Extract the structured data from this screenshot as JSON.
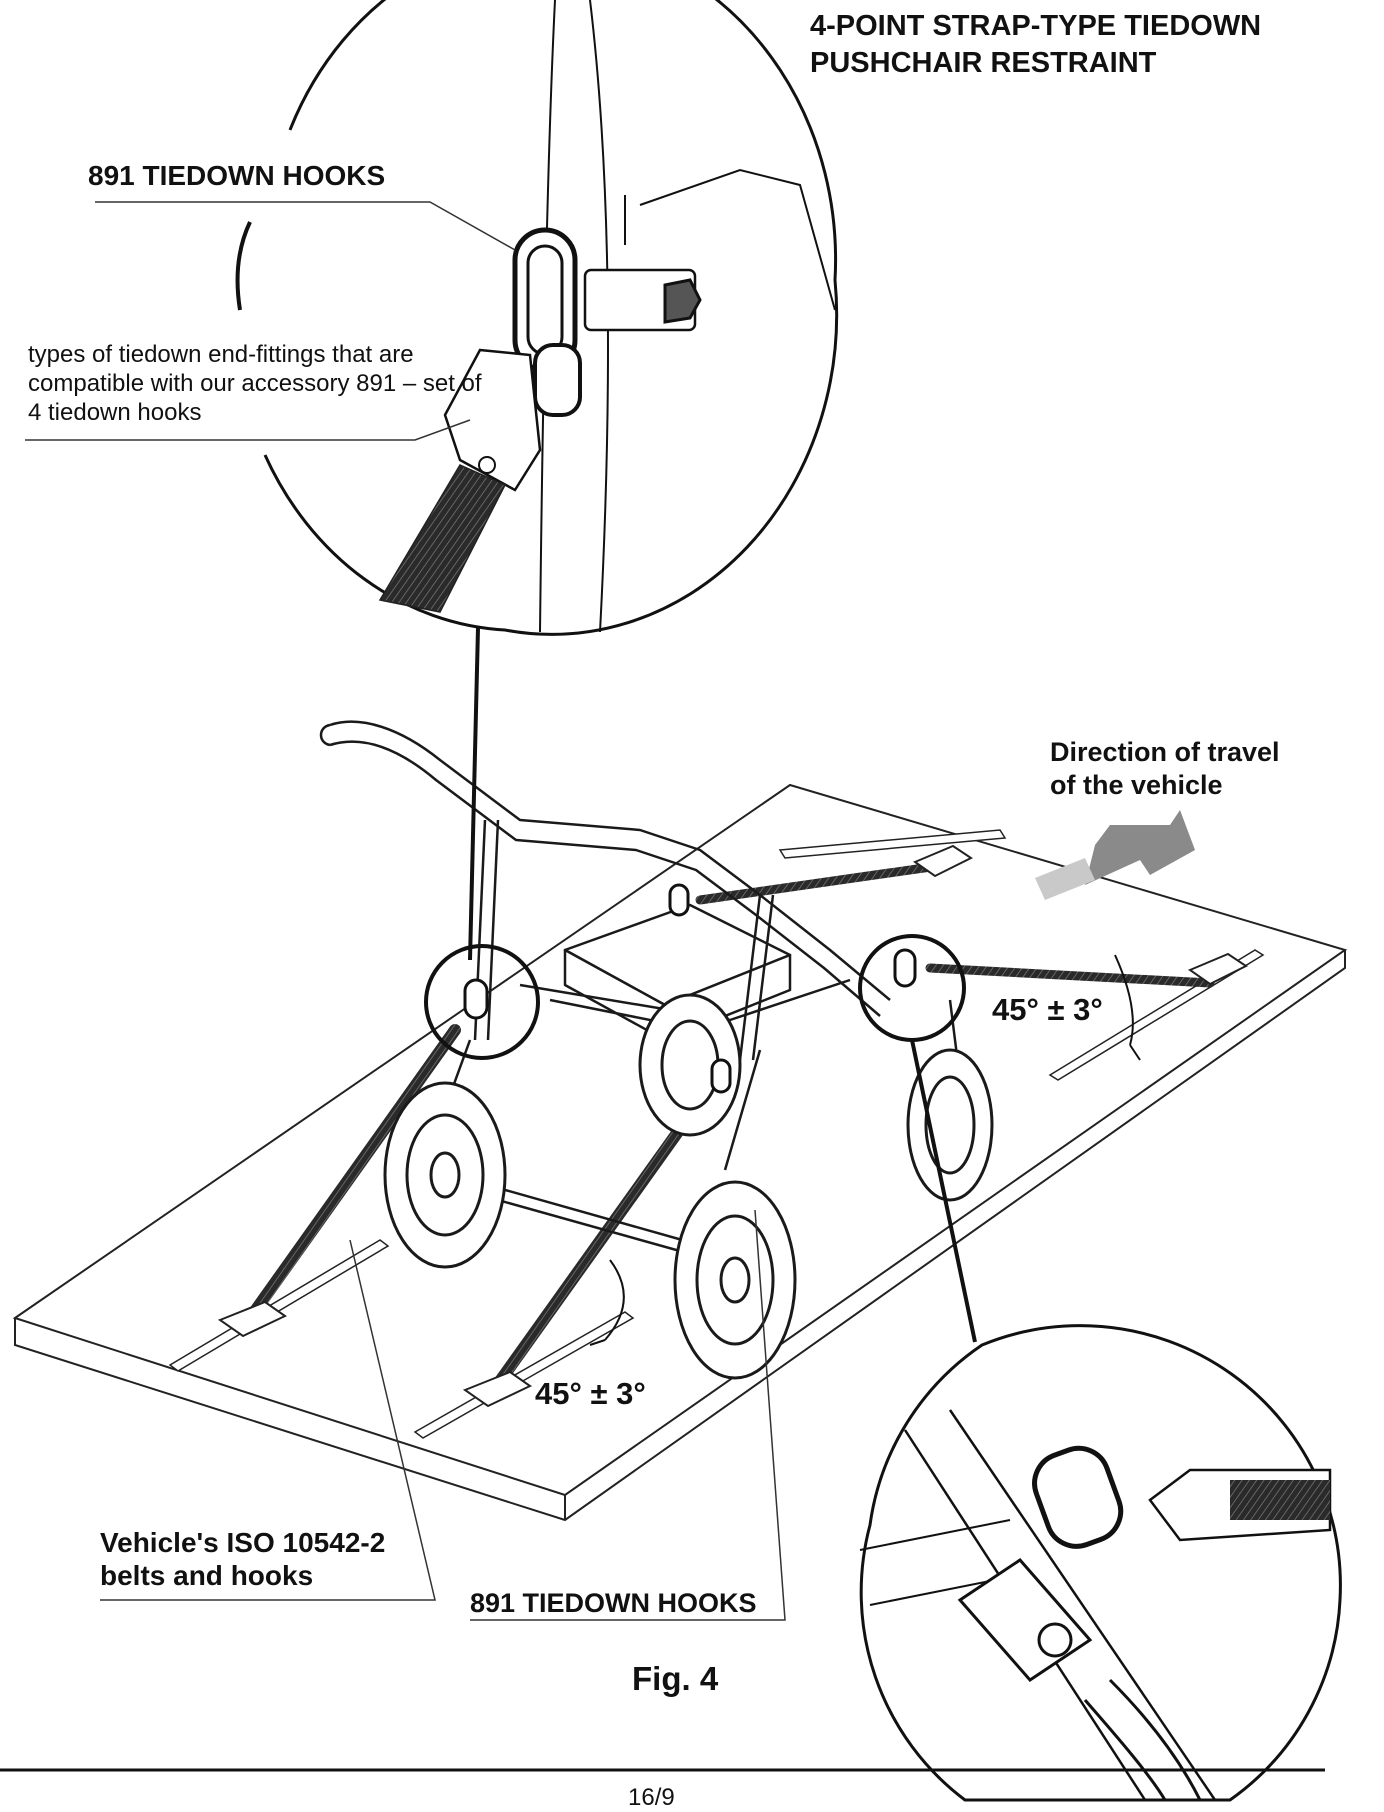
{
  "figure": {
    "title_line1": "4-POINT STRAP-TYPE TIEDOWN",
    "title_line2": "PUSHCHAIR RESTRAINT",
    "label_hooks_top": "891 TIEDOWN HOOKS",
    "label_types": "types of tiedown end-fittings that are compatible with our accessory 891 – set of 4 tiedown hooks",
    "label_direction_line1": "Direction of travel",
    "label_direction_line2": "of the vehicle",
    "angle_right": "45° ± 3°",
    "angle_left": "45° ± 3°",
    "label_iso_line1": "Vehicle's ISO 10542-2",
    "label_iso_line2": "belts and hooks",
    "label_hooks_bottom": "891 TIEDOWN HOOKS",
    "caption": "Fig. 4",
    "page_number": "16/9"
  },
  "colors": {
    "ink": "#111111",
    "arrow_fill": "#8a8a8a",
    "arrow_light": "#c9c9c9",
    "strap": "#333333"
  },
  "icons": {
    "direction_arrow": "direction-arrow-icon"
  }
}
